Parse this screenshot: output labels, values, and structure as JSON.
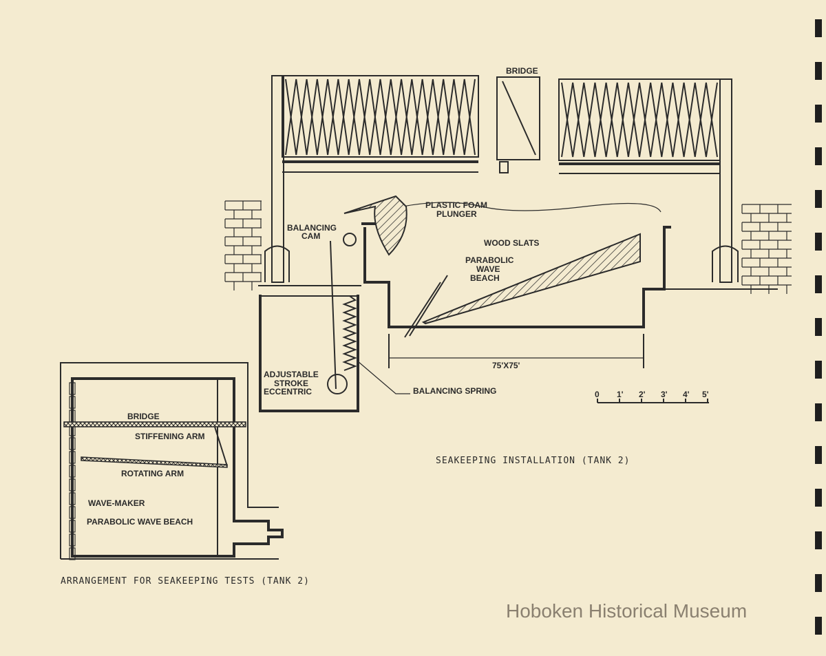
{
  "elevation": {
    "title": "SEAKEEPING INSTALLATION (TANK 2)",
    "labels": {
      "bridge": "BRIDGE",
      "plastic_foam_plunger_1": "PLASTIC FOAM",
      "plastic_foam_plunger_2": "PLUNGER",
      "balancing_cam_1": "BALANCING",
      "balancing_cam_2": "CAM",
      "wood_slats": "WOOD SLATS",
      "parabolic_1": "PARABOLIC",
      "parabolic_2": "WAVE",
      "parabolic_3": "BEACH",
      "eccentric_1": "ADJUSTABLE",
      "eccentric_2": "STROKE",
      "eccentric_3": "ECCENTRIC",
      "balancing_spring": "BALANCING SPRING",
      "dimension": "75'X75'"
    },
    "scale": [
      "0",
      "1'",
      "2'",
      "3'",
      "4'",
      "5'"
    ]
  },
  "plan": {
    "title": "ARRANGEMENT FOR SEAKEEPING TESTS (TANK 2)",
    "labels": {
      "bridge": "BRIDGE",
      "stiffening_arm": "STIFFENING ARM",
      "rotating_arm": "ROTATING ARM",
      "wave_maker": "WAVE-MAKER",
      "parabolic_wave_beach": "PARABOLIC WAVE BEACH"
    }
  },
  "watermark": "Hoboken Historical Museum",
  "colors": {
    "paper": "#f4ebd0",
    "ink": "#2b2b2b"
  }
}
